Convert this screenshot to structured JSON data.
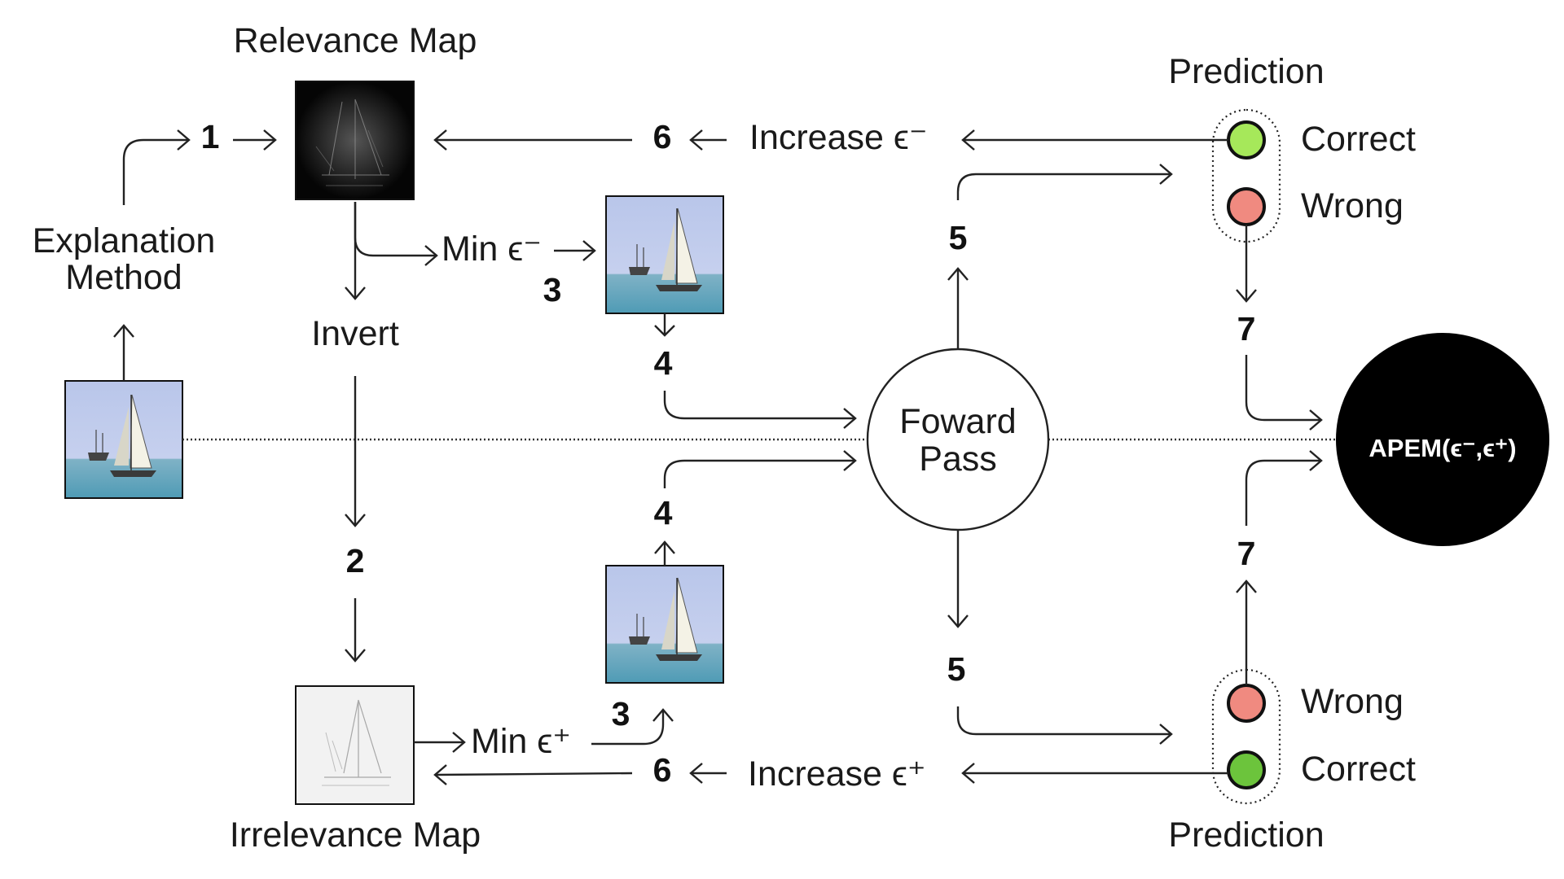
{
  "labels": {
    "relevance_map": "Relevance Map",
    "irrelevance_map": "Irrelevance Map",
    "explanation_method_line1": "Explanation",
    "explanation_method_line2": "Method",
    "invert": "Invert",
    "min_eps_minus": "Min ϵ⁻",
    "min_eps_plus": "Min ϵ⁺",
    "increase_eps_minus": "Increase ϵ⁻",
    "increase_eps_plus": "Increase ϵ⁺",
    "forward_pass_line1": "Foward",
    "forward_pass_line2": "Pass",
    "prediction_top": "Prediction",
    "prediction_bottom": "Prediction",
    "correct_top": "Correct",
    "wrong_top": "Wrong",
    "wrong_bottom": "Wrong",
    "correct_bottom": "Correct",
    "apem": "APEM(ϵ⁻,ϵ⁺)"
  },
  "steps": {
    "s1": "1",
    "s2": "2",
    "s3_top": "3",
    "s3_bottom": "3",
    "s4_top": "4",
    "s4_bottom": "4",
    "s5_top": "5",
    "s5_bottom": "5",
    "s6_top": "6",
    "s6_bottom": "6",
    "s7_top": "7",
    "s7_bottom": "7"
  },
  "colors": {
    "correct_top": "#a6e85a",
    "wrong": "#f08a80",
    "correct_bottom": "#6cc43c",
    "apem_fill": "#000000"
  }
}
